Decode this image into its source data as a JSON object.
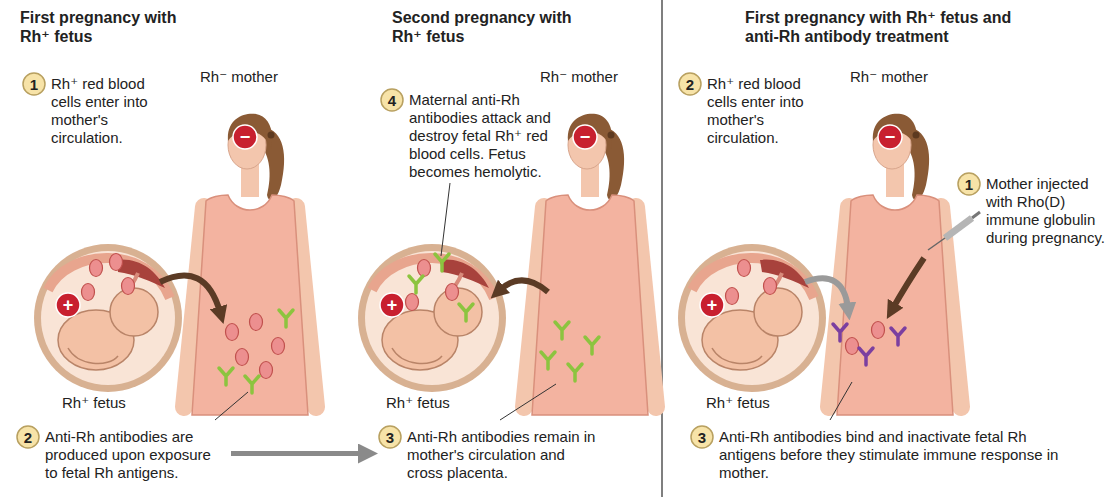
{
  "diagram": {
    "nodes": [
      {
        "text": [
          "1",
          "Rh⁺ red blood cells enter into mother's circulation."
        ]
      },
      {
        "text": [
          "−"
        ]
      },
      {
        "text": [
          "+"
        ]
      },
      {
        "text": [
          "2",
          "Anti-Rh antibodies are produced upon exposure to fetal Rh antigens."
        ]
      },
      {
        "text": [
          "4",
          "Maternal anti-Rh antibodies attack and destroy fetal Rh⁺ red blood cells. Fetus becomes hemolytic."
        ]
      },
      {
        "text": [
          "−"
        ]
      },
      {
        "text": [
          "+"
        ]
      },
      {
        "text": [
          "3",
          "Anti-Rh antibodies remain in mother's circulation and cross placenta."
        ]
      },
      {
        "text": [
          "2",
          "Rh⁺ red blood cells enter into mother's circulation."
        ]
      },
      {
        "text": [
          "−"
        ]
      },
      {
        "text": [
          "1",
          "Mother injected with Rho(D) immune globulin during pregnancy."
        ]
      },
      {
        "text": [
          "+"
        ]
      },
      {
        "text": [
          "3",
          "Anti-Rh antibodies bind and inactivate fetal Rh antigens before they stimulate immune response in mother."
        ]
      }
    ],
    "edges": [
      {
        "from": 3,
        "to": 7,
        "arrow": "to"
      }
    ],
    "labels": [
      "First pregnancy with Rh⁺ fetus",
      "Second pregnancy with Rh⁺ fetus",
      "First pregnancy with Rh⁺ fetus and anti-Rh antibody treatment",
      "Rh⁻ mother",
      "Rh⁻ mother",
      "Rh⁻ mother",
      "Rh⁺ fetus",
      "Rh⁺ fetus",
      "Rh⁺ fetus"
    ]
  }
}
